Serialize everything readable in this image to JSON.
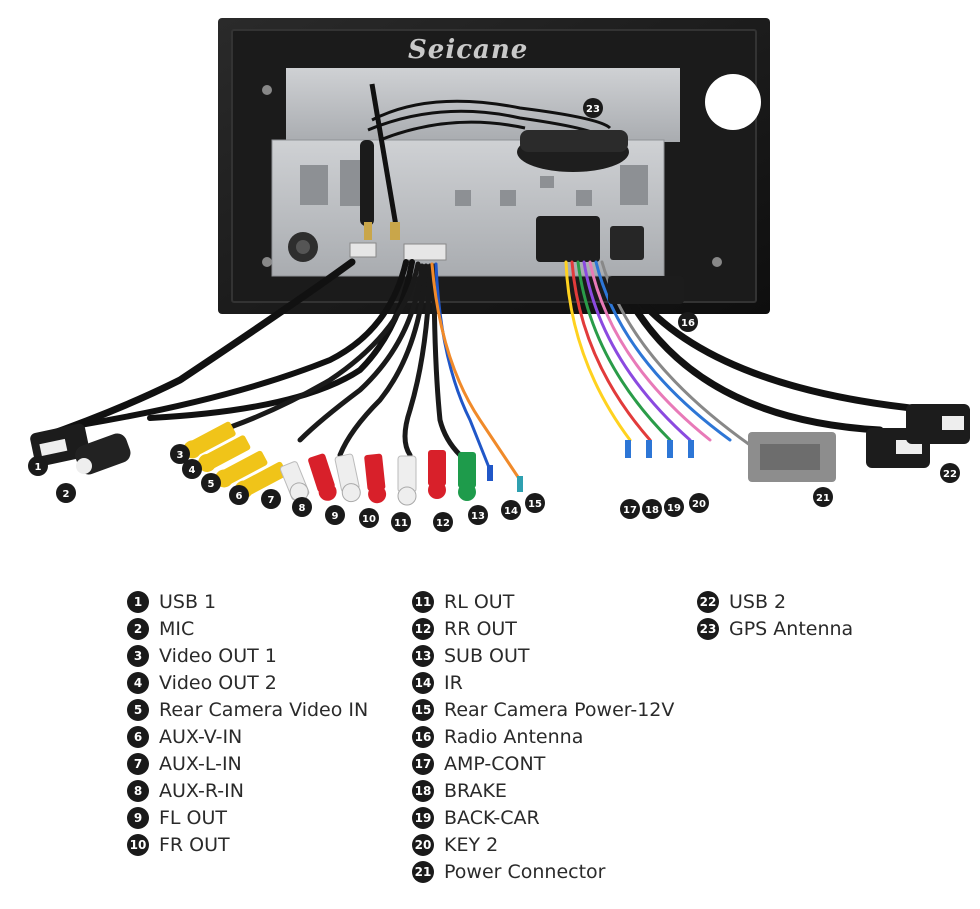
{
  "watermark": "Seicane",
  "legend": [
    {
      "num": "1",
      "label": "USB 1"
    },
    {
      "num": "2",
      "label": "MIC"
    },
    {
      "num": "3",
      "label": "Video OUT 1"
    },
    {
      "num": "4",
      "label": "Video OUT 2"
    },
    {
      "num": "5",
      "label": "Rear Camera Video IN"
    },
    {
      "num": "6",
      "label": "AUX-V-IN"
    },
    {
      "num": "7",
      "label": "AUX-L-IN"
    },
    {
      "num": "8",
      "label": "AUX-R-IN"
    },
    {
      "num": "9",
      "label": "FL OUT"
    },
    {
      "num": "10",
      "label": "FR OUT"
    },
    {
      "num": "11",
      "label": "RL OUT"
    },
    {
      "num": "12",
      "label": "RR OUT"
    },
    {
      "num": "13",
      "label": "SUB OUT"
    },
    {
      "num": "14",
      "label": "IR"
    },
    {
      "num": "15",
      "label": "Rear Camera Power-12V"
    },
    {
      "num": "16",
      "label": "Radio Antenna"
    },
    {
      "num": "17",
      "label": "AMP-CONT"
    },
    {
      "num": "18",
      "label": "BRAKE"
    },
    {
      "num": "19",
      "label": "BACK-CAR"
    },
    {
      "num": "20",
      "label": "KEY 2"
    },
    {
      "num": "21",
      "label": "Power Connector"
    },
    {
      "num": "22",
      "label": "USB 2"
    },
    {
      "num": "23",
      "label": "GPS Antenna"
    }
  ]
}
